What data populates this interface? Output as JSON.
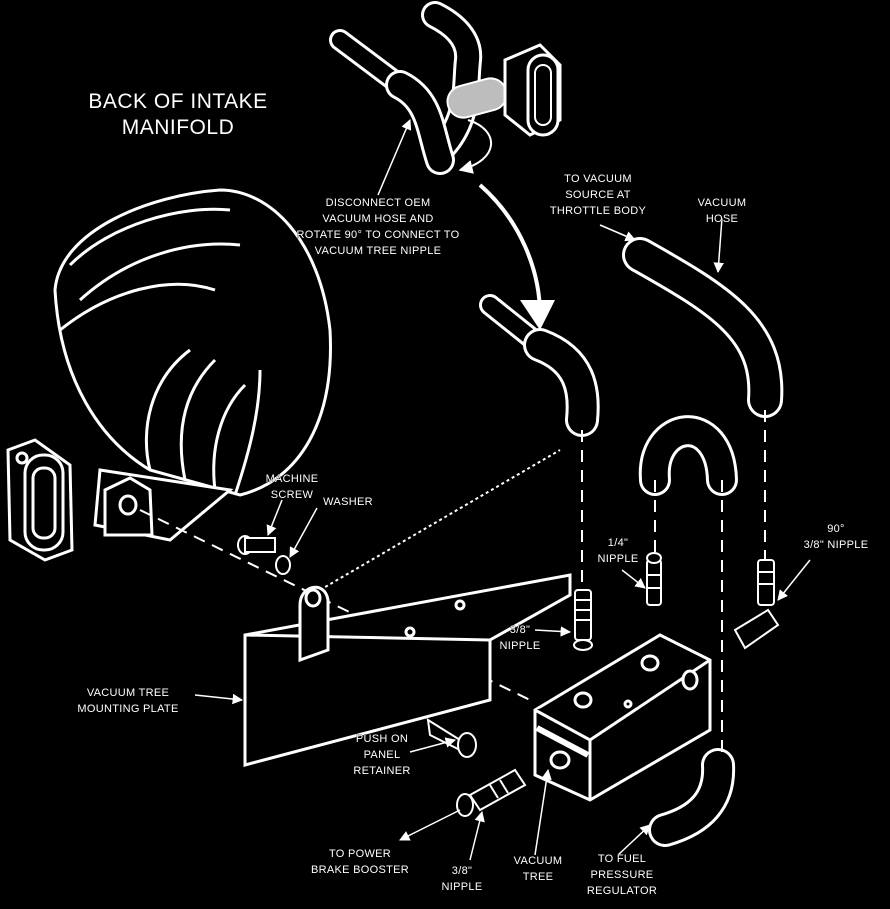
{
  "labels": {
    "back_of_intake": [
      "BACK OF INTAKE",
      "MANIFOLD"
    ],
    "disconnect_oem": [
      "DISCONNECT OEM",
      "VACUUM HOSE AND",
      "ROTATE 90° TO CONNECT TO",
      "VACUUM TREE NIPPLE"
    ],
    "to_vacuum_source": [
      "TO VACUUM",
      "SOURCE AT",
      "THROTTLE BODY"
    ],
    "vacuum_hose": [
      "VACUUM",
      "HOSE"
    ],
    "machine_screw": [
      "MACHINE",
      "SCREW"
    ],
    "washer": [
      "WASHER"
    ],
    "nipple_1_4": [
      "1/4\"",
      "NIPPLE"
    ],
    "nipple_90_3_8": [
      "90°",
      "3/8\" NIPPLE"
    ],
    "nipple_3_8_top": [
      "3/8\"",
      "NIPPLE"
    ],
    "mounting_plate": [
      "VACUUM TREE",
      "MOUNTING PLATE"
    ],
    "push_on_retainer": [
      "PUSH ON",
      "PANEL",
      "RETAINER"
    ],
    "to_power_brake": [
      "TO POWER",
      "BRAKE BOOSTER"
    ],
    "nipple_3_8_bottom": [
      "3/8\"",
      "NIPPLE"
    ],
    "vacuum_tree": [
      "VACUUM",
      "TREE"
    ],
    "to_fuel_pressure": [
      "TO FUEL",
      "PRESSURE",
      "REGULATOR"
    ]
  },
  "colors": {
    "background": "#000000",
    "ink": "#ffffff",
    "part_fill": "#000000",
    "hose_highlight": "#bdbdbd"
  }
}
